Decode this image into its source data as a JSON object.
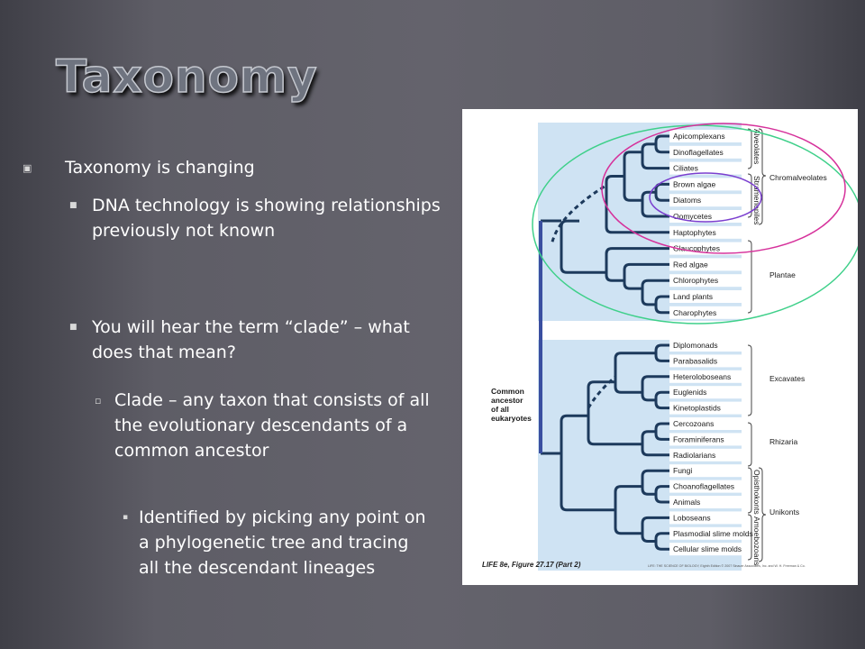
{
  "slide": {
    "title": "Taxonomy",
    "bullets": [
      {
        "level": 1,
        "text": "Taxonomy is changing"
      },
      {
        "level": 2,
        "text": "DNA technology is showing relationships previously not known"
      },
      {
        "level": 2,
        "text": "You will hear the term “clade” – what does that mean?"
      },
      {
        "level": 3,
        "text": "Clade – any taxon that consists of all the evolutionary descendants of a common ancestor"
      },
      {
        "level": 4,
        "text": "Identified by picking any point on a phylogenetic tree and tracing all the descendant lineages"
      }
    ]
  },
  "figure": {
    "root_label": "Common ancestor of all eukaryotes",
    "taxa_top": [
      "Apicomplexans",
      "Dinoflagellates",
      "Ciliates",
      "Brown algae",
      "Diatoms",
      "Oomycetes",
      "Haptophytes",
      "Glaucophytes",
      "Red algae",
      "Chlorophytes",
      "Land plants",
      "Charophytes"
    ],
    "taxa_bottom": [
      "Diplomonads",
      "Parabasalids",
      "Heteroloboseans",
      "Euglenids",
      "Kinetoplastids",
      "Cercozoans",
      "Foraminiferans",
      "Radiolarians",
      "Fungi",
      "Choanoflagellates",
      "Animals",
      "Loboseans",
      "Plasmodial slime molds",
      "Cellular slime molds"
    ],
    "vertical_groups": [
      "Alveolates",
      "Stramenopiles",
      "Opisthokonts",
      "Amoebozoans"
    ],
    "groups": [
      "Chromalveolates",
      "Plantae",
      "Excavates",
      "Rhizaria",
      "Unikonts"
    ],
    "caption": "LIFE 8e, Figure 27.17 (Part 2)",
    "credit": "LIFE: THE SCIENCE OF BIOLOGY, Eighth Edition © 2007 Sinauer Associates, Inc. and W. H. Freeman & Co.",
    "colors": {
      "panel": "#cfe3f3",
      "tree": "#1d3a5c",
      "root_bar": "#3a4fa0",
      "green_ellipse": "#3fd08a",
      "magenta_ellipse": "#d6319b",
      "purple_ellipse": "#7b3fcf"
    }
  }
}
